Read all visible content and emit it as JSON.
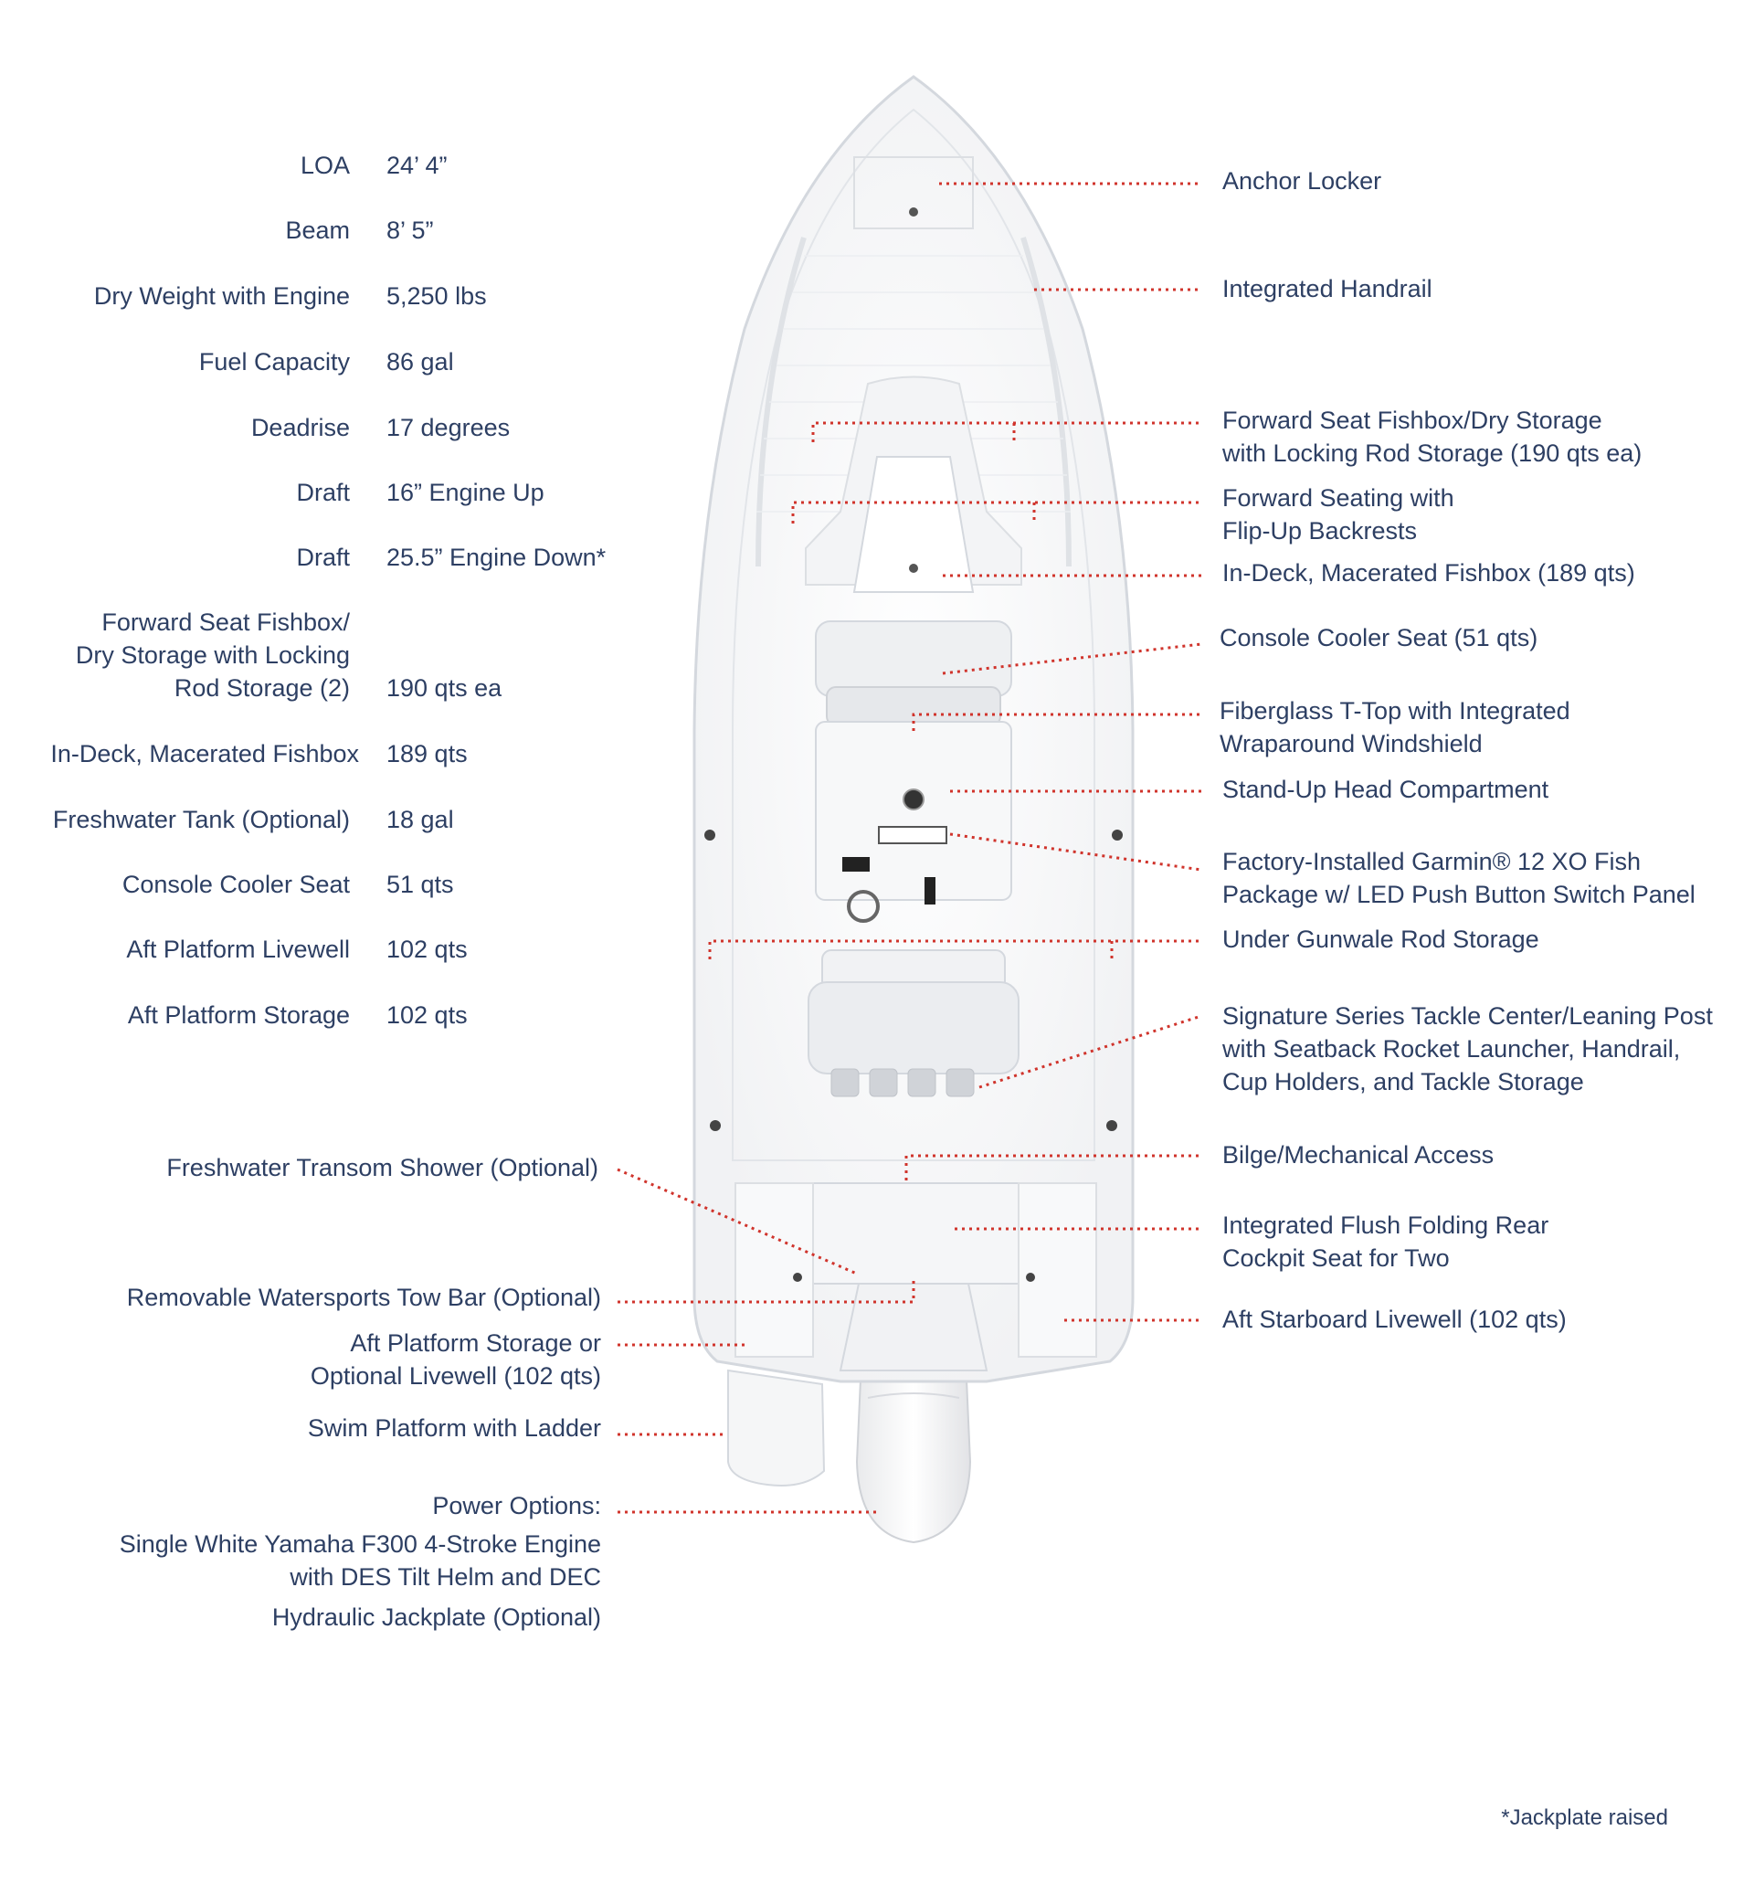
{
  "specs": [
    {
      "label": "LOA",
      "value": "24’ 4”"
    },
    {
      "label": "Beam",
      "value": "8’ 5”"
    },
    {
      "label": "Dry Weight with Engine",
      "value": "5,250 lbs"
    },
    {
      "label": "Fuel Capacity",
      "value": "86 gal"
    },
    {
      "label": "Deadrise",
      "value": "17 degrees"
    },
    {
      "label": "Draft",
      "value": "16” Engine Up"
    },
    {
      "label": "Draft",
      "value": "25.5” Engine Down*"
    },
    {
      "label_lines": [
        "Forward Seat Fishbox/",
        "Dry Storage with Locking",
        "Rod Storage (2)"
      ],
      "value": "190 qts ea"
    },
    {
      "label": "In-Deck, Macerated Fishbox",
      "value": "189 qts"
    },
    {
      "label": "Freshwater Tank (Optional)",
      "value": "18 gal"
    },
    {
      "label": "Console Cooler Seat",
      "value": "51 qts"
    },
    {
      "label": "Aft Platform Livewell",
      "value": "102 qts"
    },
    {
      "label": "Aft Platform Storage",
      "value": "102 qts"
    }
  ],
  "right_callouts": [
    {
      "lines": [
        "Anchor Locker"
      ]
    },
    {
      "lines": [
        "Integrated Handrail"
      ]
    },
    {
      "lines": [
        "Forward Seat Fishbox/Dry Storage",
        "with Locking Rod Storage (190 qts ea)"
      ]
    },
    {
      "lines": [
        "Forward Seating with",
        "Flip-Up Backrests"
      ]
    },
    {
      "lines": [
        "In-Deck, Macerated Fishbox (189 qts)"
      ]
    },
    {
      "lines": [
        "Console Cooler Seat (51 qts)"
      ]
    },
    {
      "lines": [
        "Fiberglass T-Top with Integrated",
        "Wraparound Windshield"
      ]
    },
    {
      "lines": [
        "Stand-Up Head Compartment"
      ]
    },
    {
      "lines": [
        "Factory-Installed Garmin® 12 XO Fish",
        "Package w/ LED Push Button Switch Panel"
      ]
    },
    {
      "lines": [
        "Under Gunwale Rod Storage"
      ]
    },
    {
      "lines": [
        "Signature Series Tackle Center/Leaning Post",
        "with Seatback Rocket Launcher, Handrail,",
        "Cup Holders, and Tackle Storage"
      ]
    },
    {
      "lines": [
        "Bilge/Mechanical Access"
      ]
    },
    {
      "lines": [
        "Integrated Flush Folding Rear",
        "Cockpit Seat for Two"
      ]
    },
    {
      "lines": [
        "Aft Starboard Livewell (102 qts)"
      ]
    }
  ],
  "left_callouts": [
    {
      "lines": [
        "Freshwater Transom Shower (Optional)"
      ]
    },
    {
      "lines": [
        "Removable Watersports Tow Bar (Optional)"
      ]
    },
    {
      "lines": [
        "Aft Platform Storage or",
        "Optional Livewell (102 qts)"
      ]
    },
    {
      "lines": [
        "Swim Platform with Ladder"
      ]
    },
    {
      "lines": [
        "Power Options:"
      ]
    },
    {
      "lines": [
        "Single White Yamaha F300 4-Stroke Engine",
        "with DES Tilt Helm and DEC"
      ]
    },
    {
      "lines": [
        "Hydraulic Jackplate (Optional)"
      ]
    }
  ],
  "footnote": "*Jackplate raised",
  "colors": {
    "text": "#2d3f63",
    "leader": "#d0342c",
    "hull_stroke": "#d4d8de",
    "hull_fill": "#fbfbfc"
  }
}
